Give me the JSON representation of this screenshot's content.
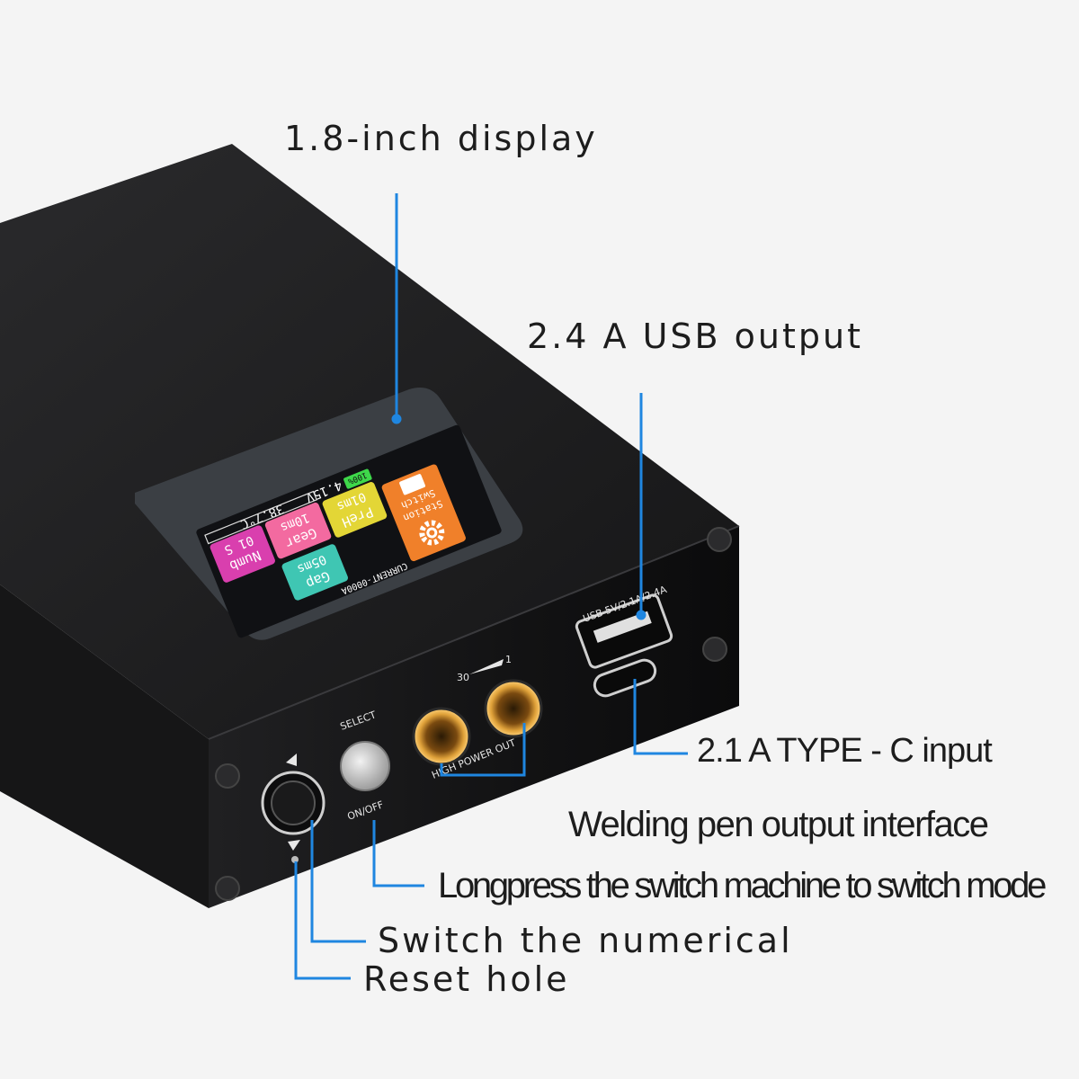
{
  "callouts": {
    "display": "1.8-inch display",
    "usb_output": "2.4 A USB output",
    "typec_input": "2.1 A TYPE - C input",
    "pen_output": "Welding pen output interface",
    "long_press": "Longpress the switch machine to switch mode",
    "switch_numerical": "Switch the numerical",
    "reset_hole": "Reset hole"
  },
  "screen": {
    "tiles": {
      "numb": "Numb",
      "numb_value": "01 S",
      "gap": "Gap",
      "gap_value": "05ms",
      "gear": "Gear",
      "gear_value": "10ms",
      "preh": "PreH",
      "preh_value": "01ms",
      "station_switch_1": "Station",
      "station_switch_2": "Switch"
    },
    "battery": "100%",
    "voltage": "4.15V",
    "current": "CURRENT-0000A",
    "temperature": "38.7°C"
  },
  "panel": {
    "select_label": "SELECT",
    "onoff_label": "ON/OFF",
    "high_power_label": "HIGH POWER OUT",
    "gear_scale_1": "1",
    "gear_scale_30": "30",
    "usb_spec": "USB 5V/2.1A/2.4A"
  },
  "colors": {
    "accent_line": "#1f86e0",
    "device_body": "#1c1c1e",
    "tile_numb": "#d93fae",
    "tile_gap": "#3fc6b3",
    "tile_gear": "#f36aa0",
    "tile_preh": "#e3d636",
    "tile_station": "#f0802a"
  }
}
